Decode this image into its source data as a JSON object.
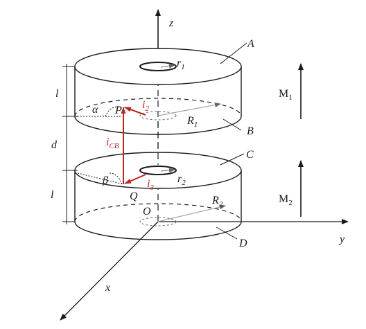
{
  "labels": {
    "z": "z",
    "x": "x",
    "y": "y",
    "origin": "O",
    "A": "A",
    "B": "B",
    "C": "C",
    "D": "D",
    "P": "P",
    "Q": "Q",
    "alpha": "α",
    "beta": "β",
    "l_top": "l",
    "l_bottom": "l",
    "d": "d",
    "r1": "r",
    "r1_sub": "1",
    "r2": "r",
    "r2_sub": "2",
    "R1": "R",
    "R1_sub": "1",
    "R2": "R",
    "R2_sub": "2",
    "i2": "i",
    "i2_sub": "2",
    "i3": "i",
    "i3_sub": "3",
    "iCB": "i",
    "iCB_sub": "CB",
    "M1": "M",
    "M1_sub": "1",
    "M2": "M",
    "M2_sub": "2"
  },
  "colors": {
    "ink": "#1a1a1a",
    "current": "#b52a1e",
    "radius": "#888888"
  }
}
